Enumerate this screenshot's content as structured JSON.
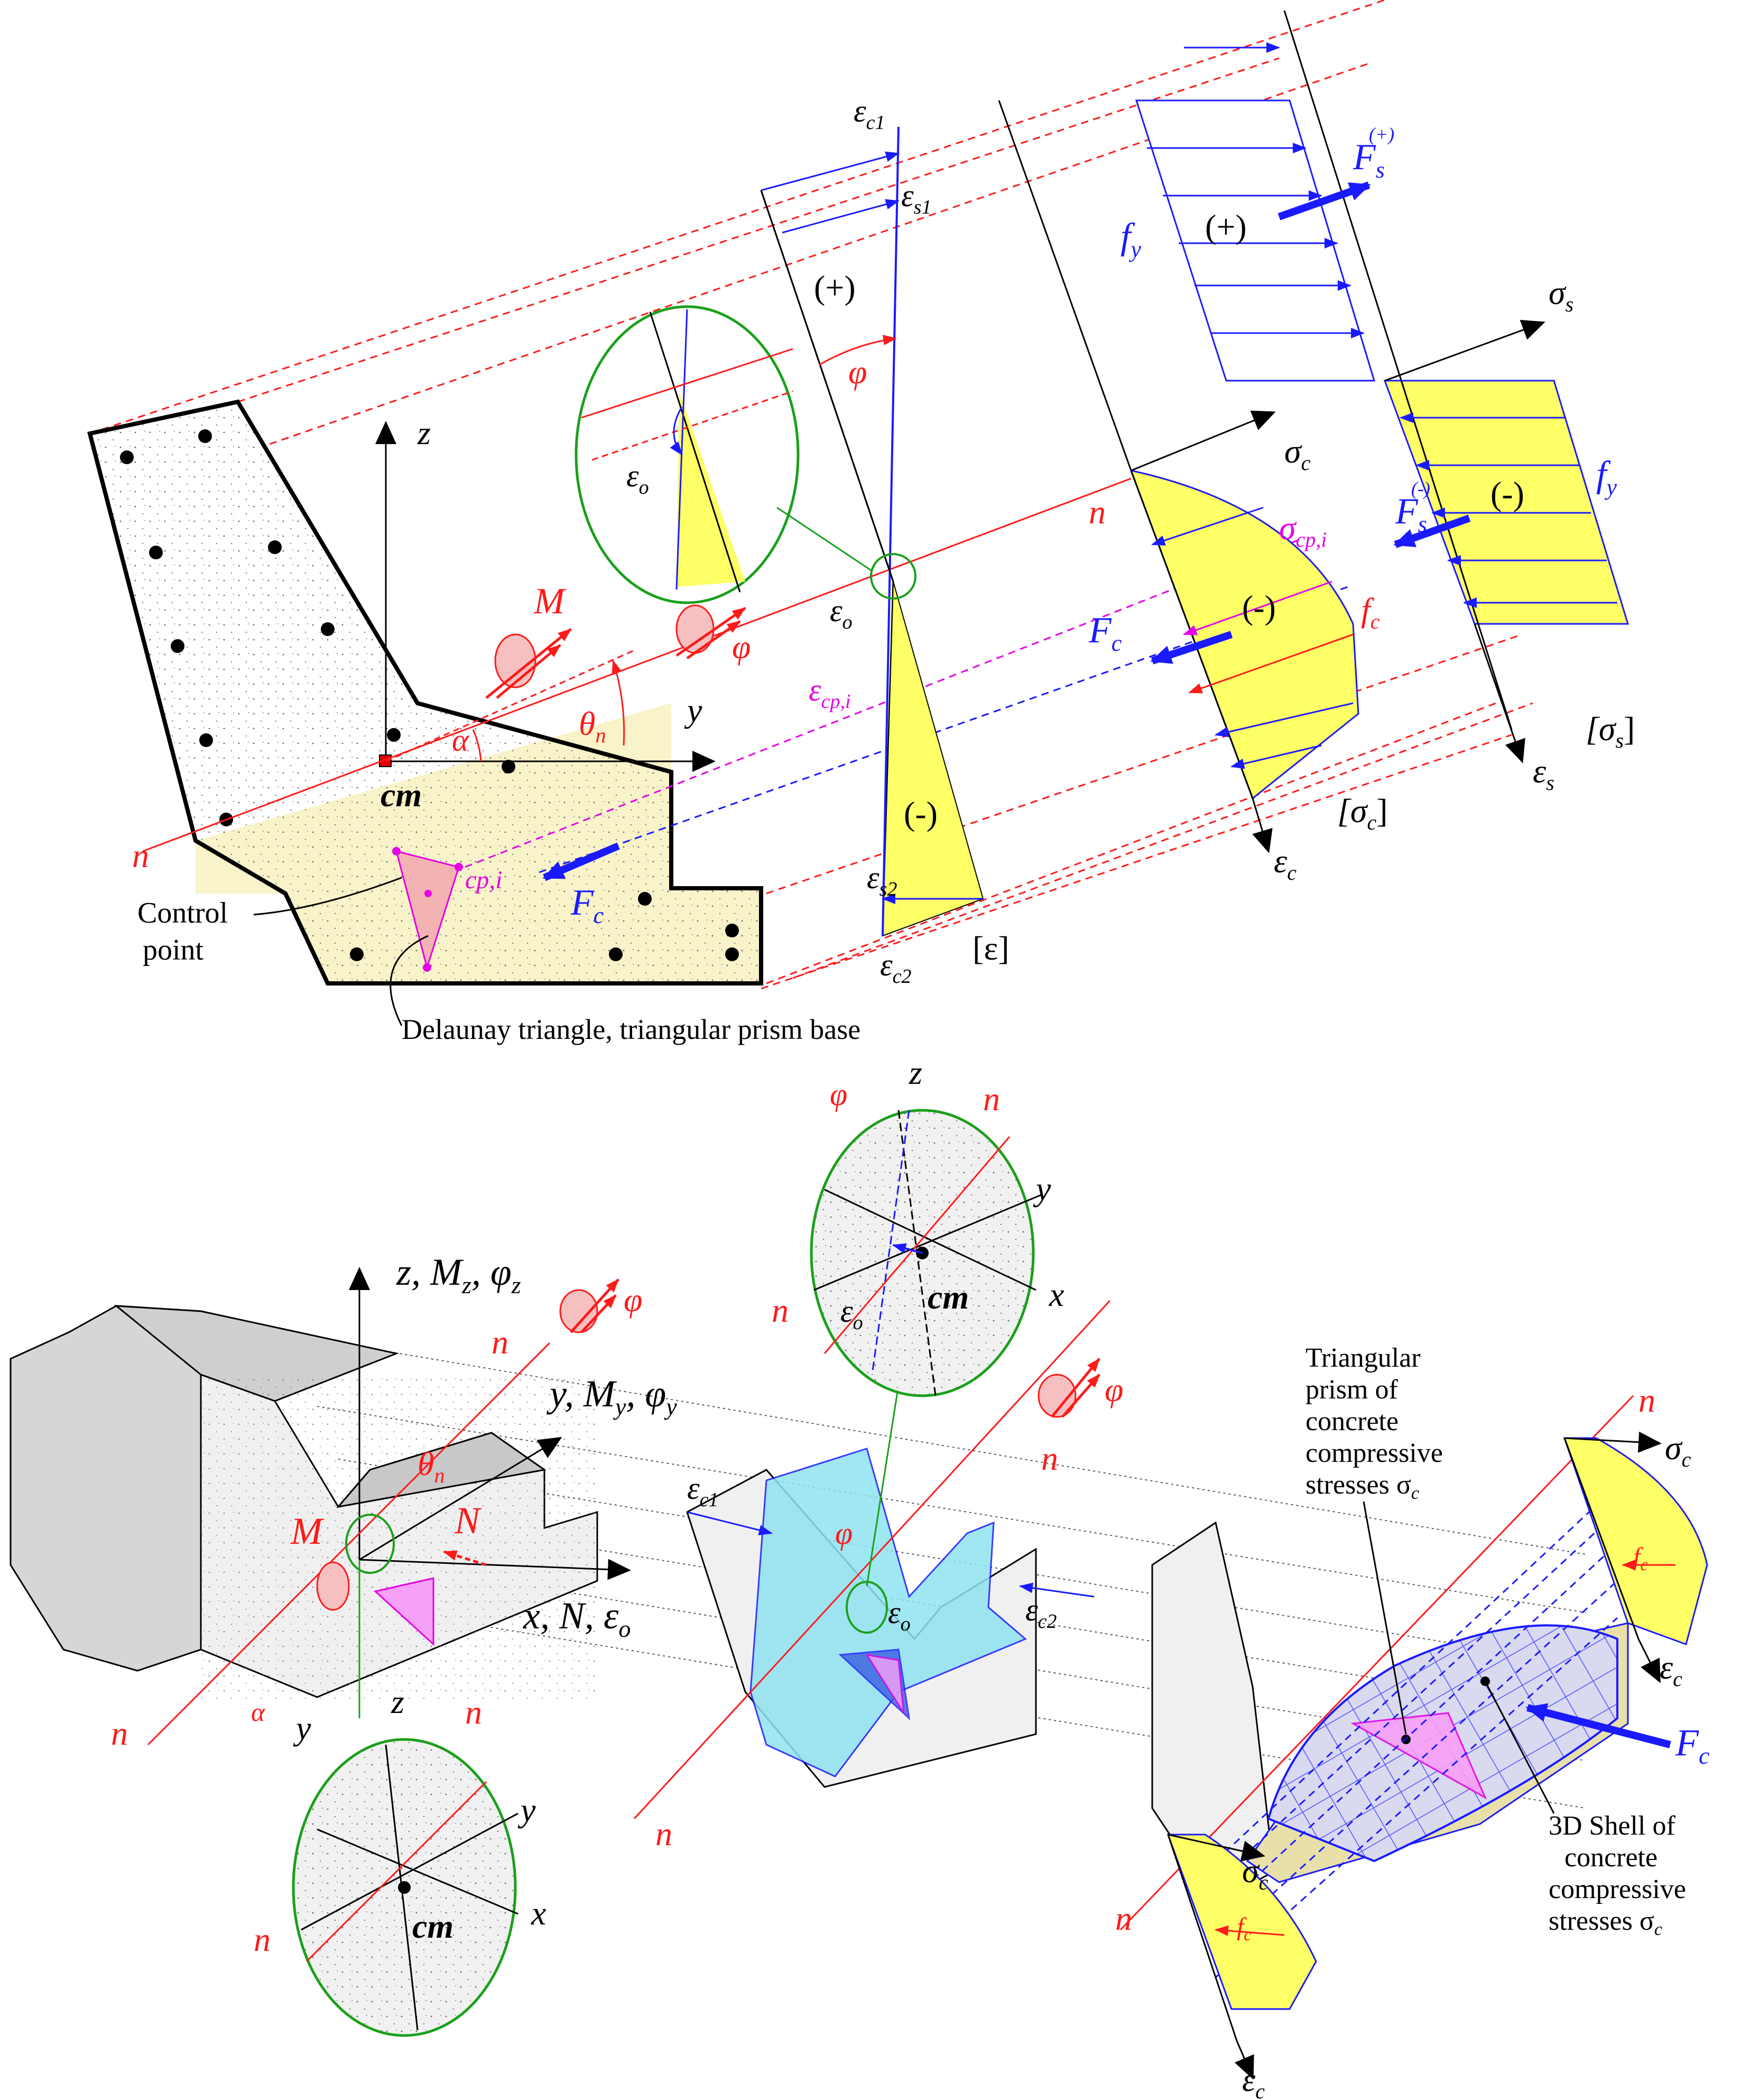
{
  "colors": {
    "red": "#ff1a1a",
    "blue": "#1a1aff",
    "magenta": "#e600e6",
    "yellow": "#ffff66",
    "paleYellow": "#f8f3c8",
    "cyan": "#8fe3f0",
    "green": "#1aa01a",
    "gray": "#e0e0e0",
    "darkGray": "#b9b9b9",
    "black": "#000000"
  },
  "top": {
    "z": "z",
    "y": "y",
    "n": "n",
    "cm": "cm",
    "alpha": "α",
    "theta": "θ",
    "theta_sub": "n",
    "M": "M",
    "phi": "φ",
    "Fc": "F",
    "Fc_sub": "c",
    "cpi": "cp,i",
    "control_point": [
      "Control",
      "point"
    ],
    "delaunay": "Delaunay triangle, triangular prism base",
    "eps": "ε",
    "eps_c1_sub": "c1",
    "eps_s1_sub": "s1",
    "eps_s2_sub": "s2",
    "eps_c2_sub": "c2",
    "eps_o_sub": "o",
    "eps_cpi_sub": "cp,i",
    "plus": "(+)",
    "minus": "(-)",
    "strain_label": "[ε]",
    "sigma": "σ",
    "sigma_c_sub": "c",
    "sigma_s_sub": "s",
    "sigma_cpi_sub": "cp,i",
    "sigma_c_bracket": "[σ",
    "sigma_s_bracket": "[σ",
    "close_bracket": "]",
    "fy": "f",
    "fy_sub": "y",
    "fc": "f",
    "fc_sub": "c",
    "Fs": "F",
    "Fs_sub": "s",
    "Fs_plus_sup": "(+)",
    "Fs_minus_sup": "(-)"
  },
  "bottom": {
    "z_axis": "z, M",
    "z_sub1": "z",
    "z_mid": ", φ",
    "z_sub2": "z",
    "y_axis": "y, M",
    "y_sub1": "y",
    "y_mid": ", φ",
    "y_sub2": "y",
    "x_axis": "x, N, ε",
    "x_sub": "o",
    "N": "N",
    "M": "M",
    "n": "n",
    "phi": "φ",
    "theta": "θ",
    "theta_sub": "n",
    "alpha": "α",
    "y": "y",
    "z": "z",
    "x": "x",
    "cm": "cm",
    "eps": "ε",
    "eps_o_sub": "o",
    "eps_c1_sub": "c1",
    "eps_c2_sub": "c2",
    "sigma": "σ",
    "sigma_c_sub": "c",
    "fc": "f",
    "fc_sub": "c",
    "Fc": "F",
    "Fc_sub": "c",
    "prism_label": [
      "Triangular",
      "prism of",
      "concrete",
      "compressive",
      "stresses σ"
    ],
    "prism_label_sub": "c",
    "shell_label": [
      "3D Shell of",
      "concrete",
      "compressive",
      "stresses σ"
    ],
    "shell_label_sub": "c"
  }
}
